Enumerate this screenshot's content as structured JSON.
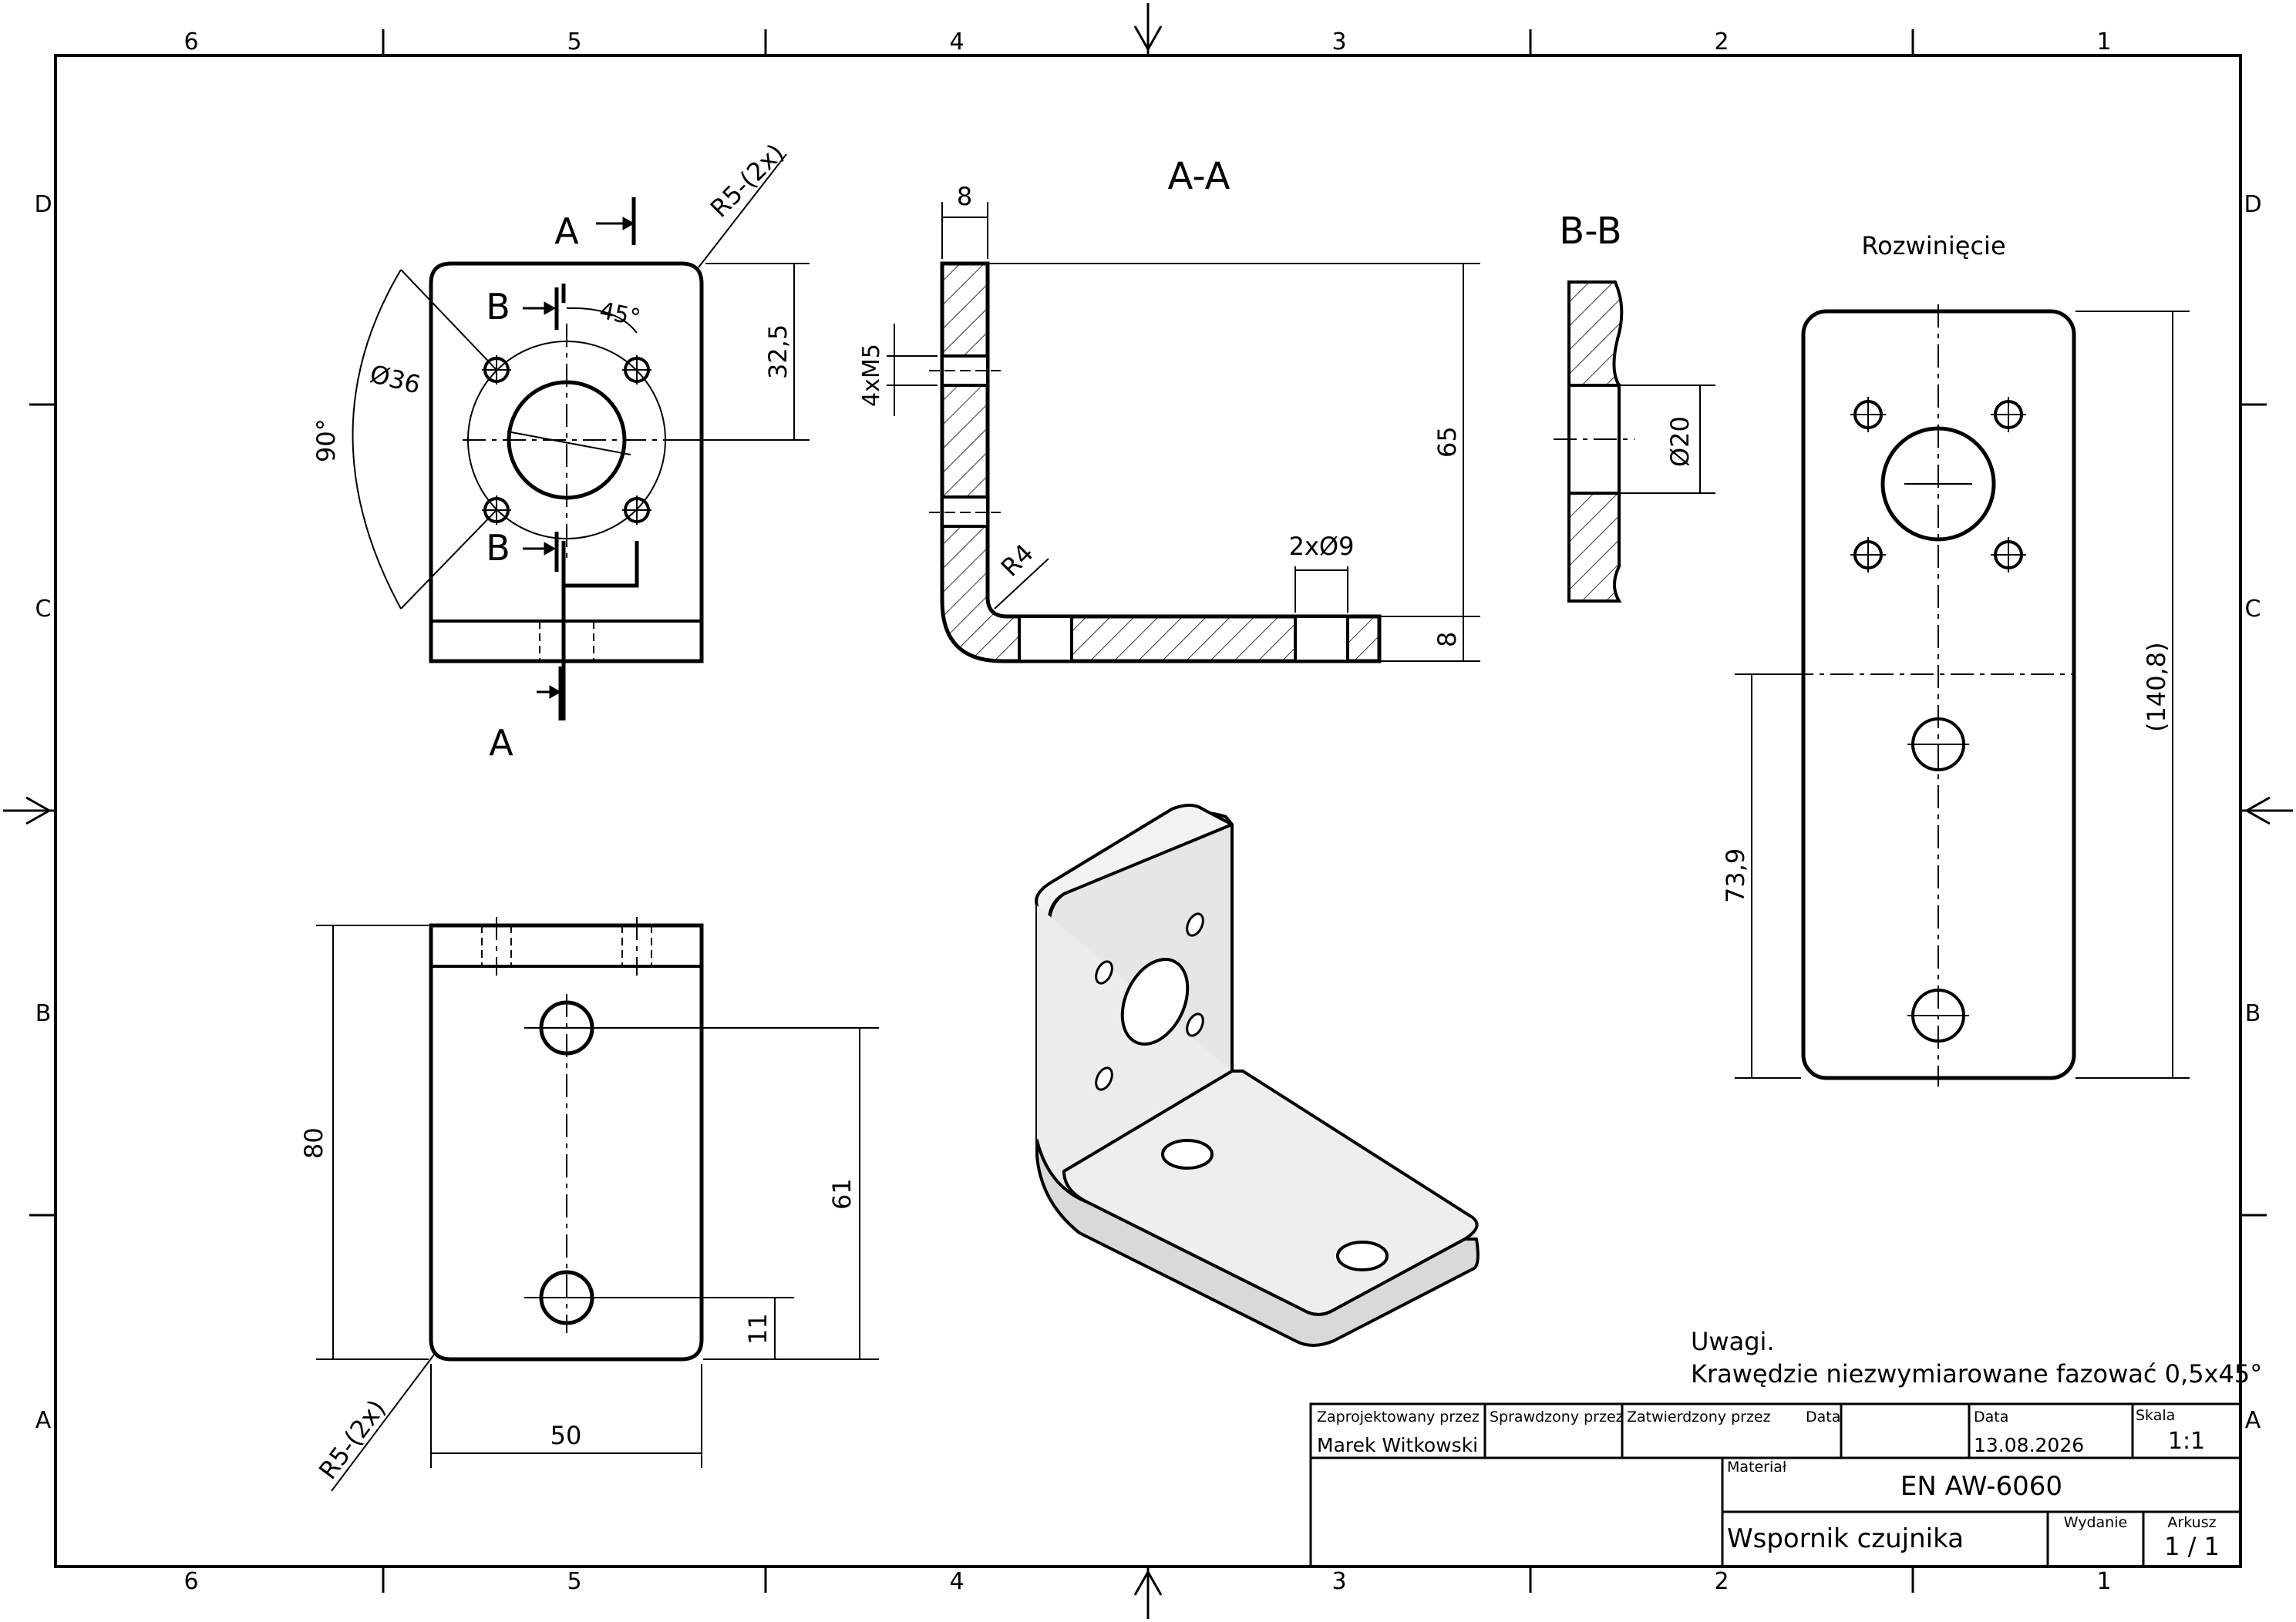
{
  "zones": {
    "columns": [
      "6",
      "5",
      "4",
      "3",
      "2",
      "1"
    ],
    "rows": [
      "D",
      "C",
      "B",
      "A"
    ]
  },
  "section_labels": {
    "a_top": "A",
    "a_bottom": "A",
    "b_top": "B",
    "b_bottom": "B",
    "section_aa_title": "A-A",
    "section_bb_title": "B-B",
    "flat_pattern_title": "Rozwinięcie"
  },
  "dimensions": {
    "front_r5": "R5-(2x)",
    "front_45deg": "45°",
    "front_d36": "Ø36",
    "front_90deg": "90°",
    "front_32_5": "32,5",
    "aa_8_top": "8",
    "aa_4xm5": "4xM5",
    "aa_65": "65",
    "aa_r4": "R4",
    "aa_2xd9": "2xØ9",
    "aa_8_side": "8",
    "bb_d20": "Ø20",
    "flat_140_8": "(140,8)",
    "flat_73_9": "73,9",
    "bottom_80": "80",
    "bottom_61": "61",
    "bottom_11": "11",
    "bottom_50": "50",
    "bottom_r5": "R5-(2x)"
  },
  "notes": {
    "heading": "Uwagi.",
    "text": "Krawędzie niezwymiarowane fazować 0,5x45°"
  },
  "title_block": {
    "designed_by_label": "Zaprojektowany przez",
    "checked_by_label": "Sprawdzony przez",
    "approved_by_label": "Zatwierdzony przez",
    "date_label_1": "Data",
    "date_label_2": "Data",
    "scale_label": "Skala",
    "designer": "Marek Witkowski",
    "date": "13.08.2026",
    "scale": "1:1",
    "material_label": "Materiał",
    "material": "EN AW-6060",
    "title": "Wspornik czujnika",
    "edition_label": "Wydanie",
    "sheet_label": "Arkusz",
    "sheet": "1 / 1"
  },
  "colors": {
    "line": "#000000",
    "iso_face": "#ececec",
    "iso_face_dark": "#d9d9d9"
  }
}
